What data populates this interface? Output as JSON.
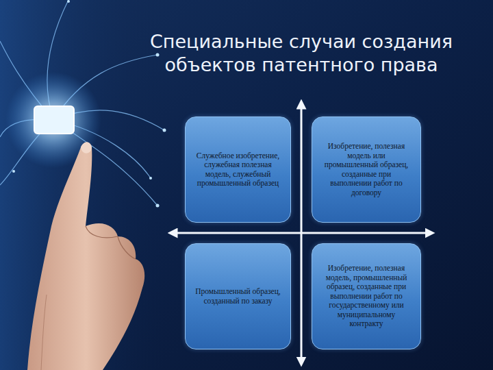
{
  "diagram": {
    "title": "Специальные случаи создания объектов патентного права",
    "nodes": [
      {
        "text": [
          "Служебное изобретение, служебная полезная модель, служебный промышленный образец"
        ]
      },
      {
        "text": [
          "Изобретение, полезная модель или промышленный образец, созданные при выполнении работ по договору"
        ]
      },
      {
        "text": [
          "Промышленный образец, созданный по заказу"
        ]
      },
      {
        "text": [
          "Изобретение, полезная модель, промышленный образец, созданные при выполнении работ по государственному или муниципальному контракту"
        ]
      }
    ]
  }
}
